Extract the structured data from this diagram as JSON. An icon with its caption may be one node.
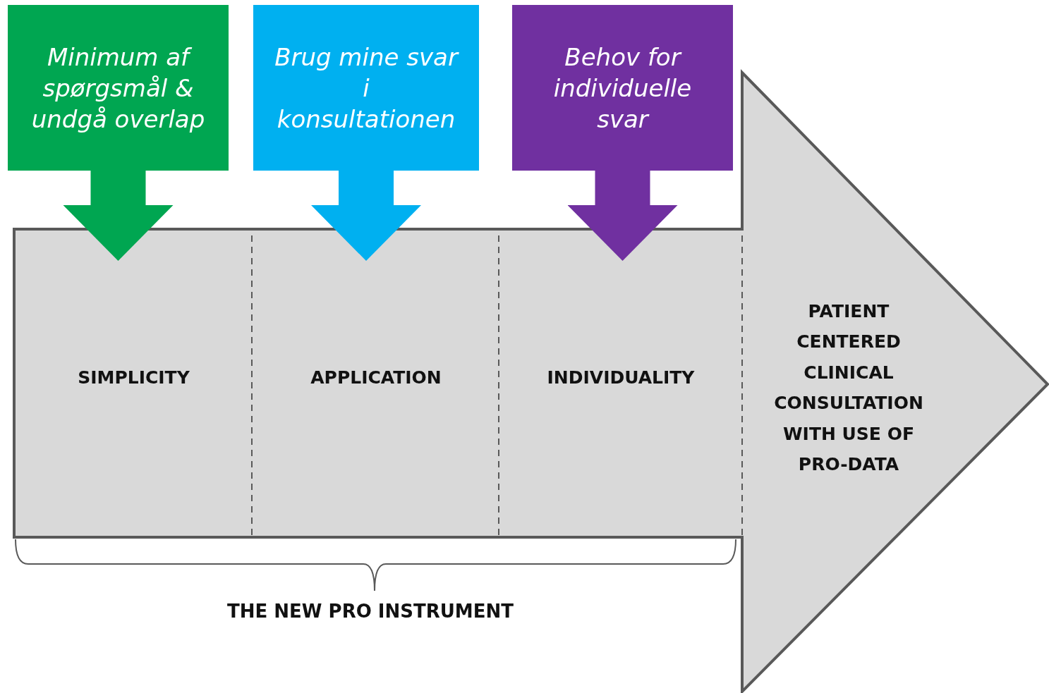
{
  "diagram": {
    "nodes": [
      {
        "text": [
          "Minimum af spørgsmål & undgå overlap"
        ]
      },
      {
        "text": [
          "Brug mine svar i konsultationen"
        ]
      },
      {
        "text": [
          "Behov for individuelle svar"
        ]
      },
      {
        "text": [],
        "shape": "arrow"
      },
      {
        "text": [
          "SIMPLICITY"
        ],
        "in": 3
      },
      {
        "text": [
          "APPLICATION"
        ],
        "in": 3
      },
      {
        "text": [
          "INDIVIDUALITY"
        ],
        "in": 3
      },
      {
        "text": [
          "PATIENT CENTERED CLINICAL CONSULTATION WITH USE OF PRO-DATA"
        ],
        "in": 3
      }
    ],
    "edges": [
      {
        "from": 0,
        "to": 4,
        "arrow": "to",
        "color": "#00a651"
      },
      {
        "from": 1,
        "to": 5,
        "arrow": "to",
        "color": "#00b0f0"
      },
      {
        "from": 2,
        "to": 6,
        "arrow": "to",
        "color": "#7030a0"
      }
    ],
    "labels": [
      "THE NEW PRO INSTRUMENT"
    ]
  }
}
